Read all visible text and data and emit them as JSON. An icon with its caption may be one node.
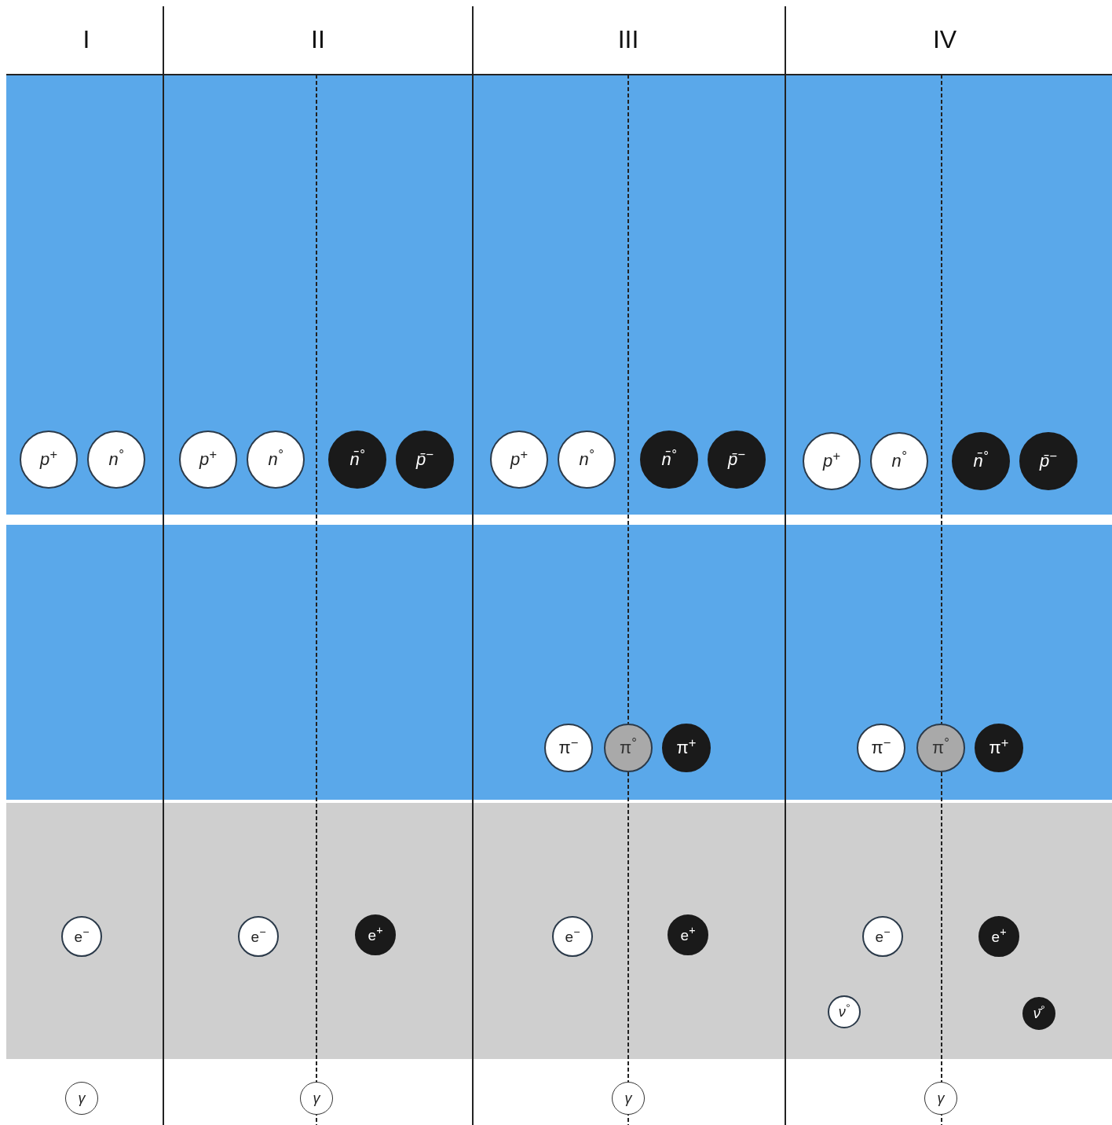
{
  "diagram": {
    "nodes": [
      {
        "text": [
          "p$^{+}$"
        ]
      },
      {
        "text": [
          "n$^{°}$"
        ]
      },
      {
        "text": [
          "p$^{+}$"
        ]
      },
      {
        "text": [
          "n$^{°}$"
        ]
      },
      {
        "text": [
          "n̄$^{°}$"
        ]
      },
      {
        "text": [
          "p̄$^{−}$"
        ]
      },
      {
        "text": [
          "p$^{+}$"
        ]
      },
      {
        "text": [
          "n$^{°}$"
        ]
      },
      {
        "text": [
          "n̄$^{°}$"
        ]
      },
      {
        "text": [
          "p̄$^{−}$"
        ]
      },
      {
        "text": [
          "p$^{+}$"
        ]
      },
      {
        "text": [
          "n$^{°}$"
        ]
      },
      {
        "text": [
          "n̄$^{°}$"
        ]
      },
      {
        "text": [
          "p̄$^{−}$"
        ]
      },
      {
        "text": [
          "π$^{−}$"
        ]
      },
      {
        "text": [
          "π$^{°}$"
        ]
      },
      {
        "text": [
          "π$^{+}$"
        ]
      },
      {
        "text": [
          "π$^{−}$"
        ]
      },
      {
        "text": [
          "π$^{°}$"
        ]
      },
      {
        "text": [
          "π$^{+}$"
        ]
      },
      {
        "text": [
          "e$^{−}$"
        ]
      },
      {
        "text": [
          "e$^{−}$"
        ]
      },
      {
        "text": [
          "e$^{+}$"
        ]
      },
      {
        "text": [
          "e$^{−}$"
        ]
      },
      {
        "text": [
          "e$^{+}$"
        ]
      },
      {
        "text": [
          "e$^{−}$"
        ]
      },
      {
        "text": [
          "e$^{+}$"
        ]
      },
      {
        "text": [
          "ν$^{°}$"
        ]
      },
      {
        "text": [
          "ν̄$^{°}$"
        ]
      },
      {
        "text": [
          "γ"
        ]
      },
      {
        "text": [
          "γ"
        ]
      },
      {
        "text": [
          "γ"
        ]
      },
      {
        "text": [
          "γ"
        ]
      }
    ],
    "labels": [
      "I",
      "II",
      "III",
      "IV"
    ]
  }
}
